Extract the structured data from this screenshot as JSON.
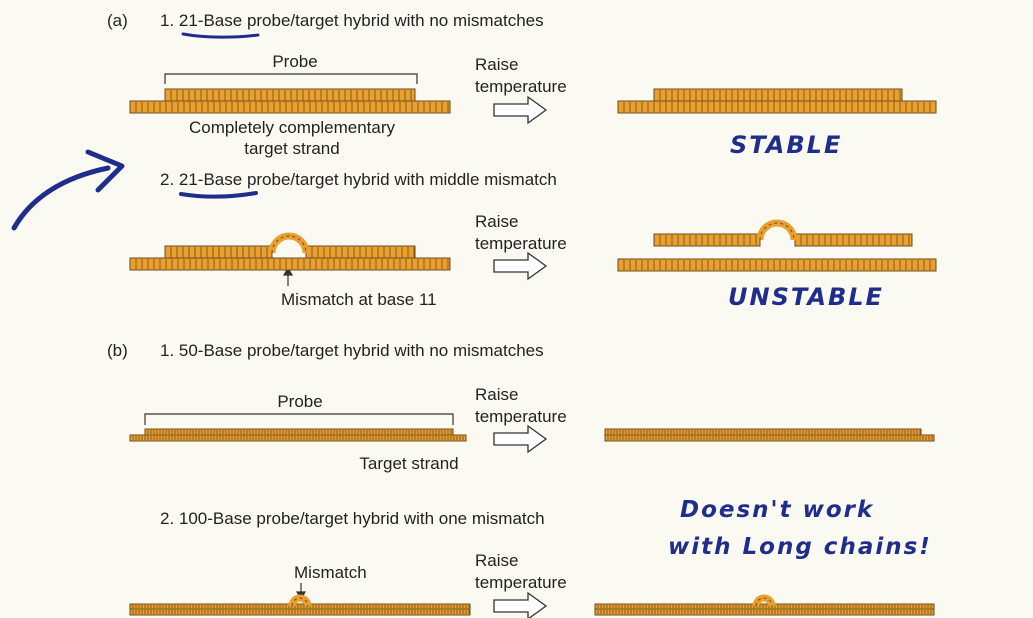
{
  "section_a": {
    "label": "(a)",
    "case1": {
      "title": "1. 21-Base probe/target hybrid with no mismatches",
      "probe_label": "Probe",
      "target_label_line1": "Completely complementary",
      "target_label_line2": "target strand",
      "arrow_label_line1": "Raise",
      "arrow_label_line2": "temperature",
      "handwritten_result": "STABLE"
    },
    "case2": {
      "title": "2. 21-Base probe/target hybrid with middle mismatch",
      "mismatch_label": "Mismatch at base 11",
      "arrow_label_line1": "Raise",
      "arrow_label_line2": "temperature",
      "handwritten_result": "UNSTABLE"
    }
  },
  "section_b": {
    "label": "(b)",
    "case1": {
      "title": "1. 50-Base probe/target hybrid with no mismatches",
      "probe_label": "Probe",
      "target_label": "Target strand",
      "arrow_label_line1": "Raise",
      "arrow_label_line2": "temperature"
    },
    "case2": {
      "title": "2. 100-Base probe/target hybrid with one mismatch",
      "mismatch_label": "Mismatch",
      "arrow_label_line1": "Raise",
      "arrow_label_line2": "temperature"
    }
  },
  "handwritten_note": {
    "line1": "Doesn't work",
    "line2": "with Long chains!"
  },
  "colors": {
    "strand_fill": "#e9a02f",
    "strand_edge": "#6b4a1c",
    "ink_blue": "#1f2d8c",
    "paper": "#fbfaf2"
  }
}
